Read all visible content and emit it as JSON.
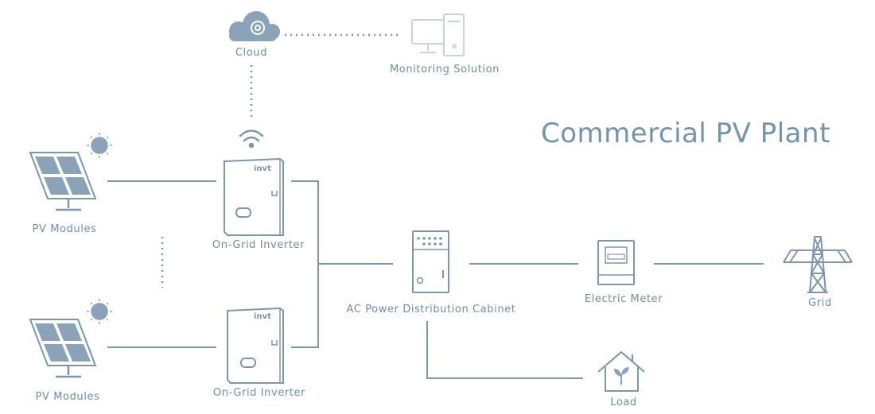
{
  "title": "Commercial PV Plant",
  "colors": {
    "line": "#7a97ae",
    "fill": "#8aa3b8",
    "light": "#c5d3de"
  },
  "nodes": {
    "cloud": {
      "label": "Cloud",
      "icon": "cloud-icon"
    },
    "monitoring": {
      "label": "Monitoring Solution",
      "icon": "computer-icon"
    },
    "pv_top": {
      "label": "PV Modules",
      "icon": "solar-panel-icon"
    },
    "pv_bottom": {
      "label": "PV Modules",
      "icon": "solar-panel-icon"
    },
    "inverter_top": {
      "label": "On-Grid Inverter",
      "brand": "invt",
      "icon": "inverter-icon"
    },
    "inverter_bottom": {
      "label": "On-Grid Inverter",
      "brand": "invt",
      "icon": "inverter-icon"
    },
    "cabinet": {
      "label": "AC Power Distribution Cabinet",
      "icon": "cabinet-icon"
    },
    "meter": {
      "label": "Electric Meter",
      "icon": "meter-icon"
    },
    "grid": {
      "label": "Grid",
      "icon": "transmission-tower-icon"
    },
    "load": {
      "label": "Load",
      "icon": "house-plant-icon"
    }
  }
}
